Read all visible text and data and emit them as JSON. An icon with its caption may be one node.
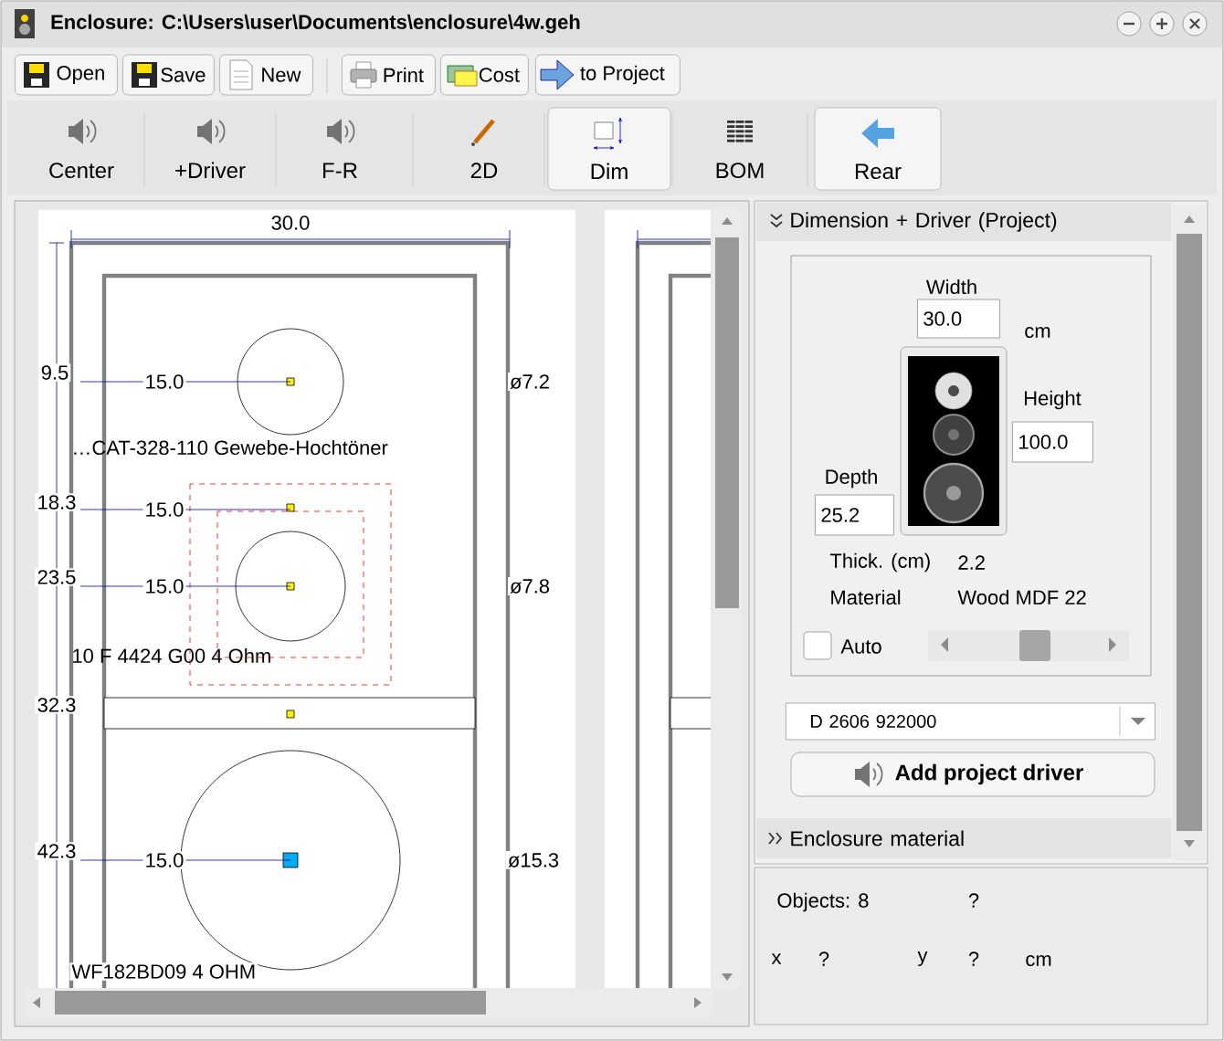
{
  "diagram": {
    "title": "Enclosure: C:\\Users\\user\\Documents\\enclosure\\4w.geh",
    "nodes": [
      {
        "text": [
          "Open"
        ]
      },
      {
        "text": [
          "Save"
        ]
      },
      {
        "text": [
          "New"
        ]
      },
      {
        "text": [
          "Print"
        ]
      },
      {
        "text": [
          "Cost"
        ]
      },
      {
        "text": [
          "to Project"
        ]
      },
      {
        "text": [
          "Center"
        ]
      },
      {
        "text": [
          "+Driver"
        ]
      },
      {
        "text": [
          "F-R"
        ]
      },
      {
        "text": [
          "2D"
        ]
      },
      {
        "text": [
          "Dim"
        ]
      },
      {
        "text": [
          "BOM"
        ]
      },
      {
        "text": [
          "Rear"
        ]
      },
      {
        "text": [
          "Dimension + Driver (Project)"
        ]
      },
      {
        "text": [
          "Width",
          "30.0"
        ]
      },
      {
        "text": [
          "Height",
          "100.0"
        ]
      },
      {
        "text": [
          "Depth",
          "25.2"
        ]
      },
      {
        "text": [
          "D 2606 922000"
        ]
      },
      {
        "text": [
          "Add project driver"
        ]
      },
      {
        "text": [
          "Enclosure material"
        ]
      }
    ],
    "labels": [
      "30.0",
      "9.5",
      "15.0",
      "ø7.2",
      "…CAT-328-110 Gewebe-Hochtöner",
      "18.3",
      "15.0",
      "23.5",
      "15.0",
      "ø7.8",
      "10 F 4424 G00 4 Ohm",
      "32.3",
      "42.3",
      "15.0",
      "ø15.3",
      "WF182BD09 4 OHM",
      "cm",
      "Thick. (cm)",
      "2.2",
      "Material",
      "Wood MDF 22",
      "Auto",
      "Objects: 8",
      "?",
      "x",
      "?",
      "y",
      "?",
      "cm"
    ]
  }
}
